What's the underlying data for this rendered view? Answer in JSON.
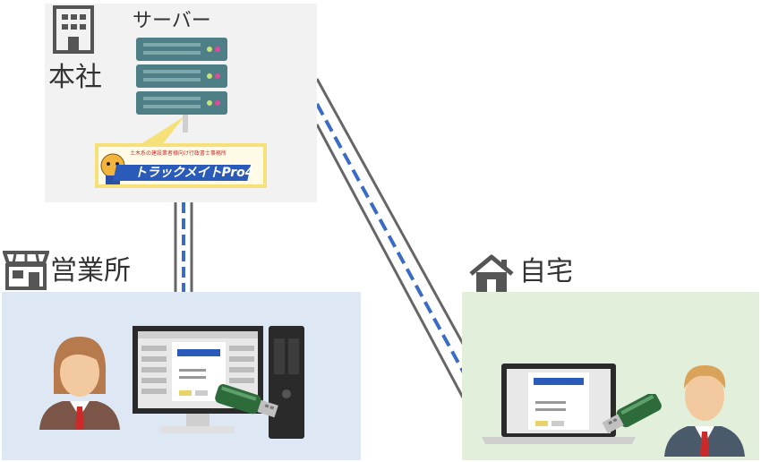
{
  "headquarters": {
    "label": "本社",
    "server_label": "サーバー",
    "logo": {
      "tagline": "土木系の建設業者様向け行政書士事務所",
      "name": "トラックメイトPro4"
    }
  },
  "office": {
    "label": "営業所"
  },
  "home": {
    "label": "自宅"
  },
  "colors": {
    "panel_hq": "#f2f2f2",
    "panel_office": "#dde8f4",
    "panel_home": "#e2efdb",
    "server": "#4e7f86",
    "line_gray": "#666666",
    "line_blue": "#3a6cc6"
  },
  "icons": [
    "building-icon",
    "server-icon",
    "store-icon",
    "house-icon",
    "woman-avatar-icon",
    "man-avatar-icon",
    "desktop-pc-icon",
    "laptop-icon",
    "usb-key-icon"
  ]
}
